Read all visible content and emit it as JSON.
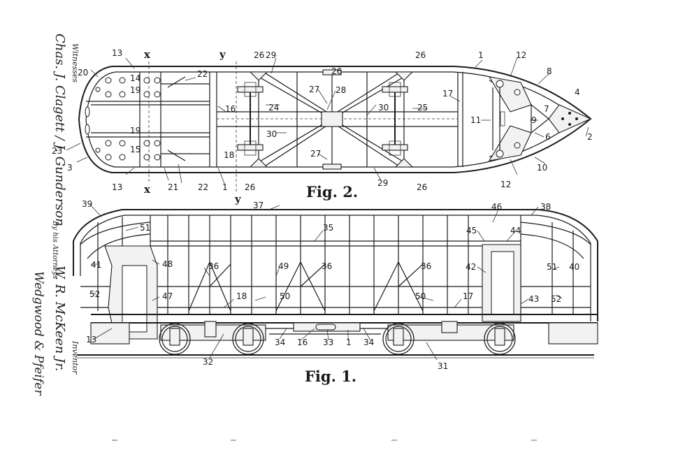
{
  "figures": {
    "fig2_caption": "Fig. 2.",
    "fig1_caption": "Fig. 1."
  },
  "section_marks": [
    "x",
    "x",
    "y",
    "y"
  ],
  "fig2_refs": [
    "13",
    "20",
    "14",
    "19",
    "19",
    "15",
    "23",
    "3",
    "13",
    "21",
    "22",
    "22",
    "16",
    "18",
    "1",
    "26",
    "26",
    "26",
    "26",
    "26",
    "29",
    "29",
    "24",
    "30",
    "30",
    "27",
    "27",
    "28",
    "25",
    "1",
    "17",
    "12",
    "12",
    "11",
    "8",
    "9",
    "7",
    "6",
    "4",
    "2",
    "10"
  ],
  "fig1_refs": [
    "39",
    "51",
    "41",
    "52",
    "48",
    "47",
    "13",
    "37",
    "35",
    "36",
    "49",
    "50",
    "18",
    "36",
    "36",
    "50",
    "17",
    "45",
    "46",
    "44",
    "42",
    "43",
    "38",
    "51",
    "40",
    "52",
    "34",
    "16",
    "33",
    "1",
    "34",
    "32",
    "31"
  ],
  "left_margin": {
    "witnesses_heading": "Witnesses",
    "attorneys_heading": "By his Attorneys",
    "inventor_heading": "Inventor",
    "signature_witnesses": "Chas. J. Clagett / J. Gunderson",
    "signature_inventor": "W. R. McKeen Jr.",
    "signature_attorneys": "Wedgwood & Pfeifer"
  }
}
